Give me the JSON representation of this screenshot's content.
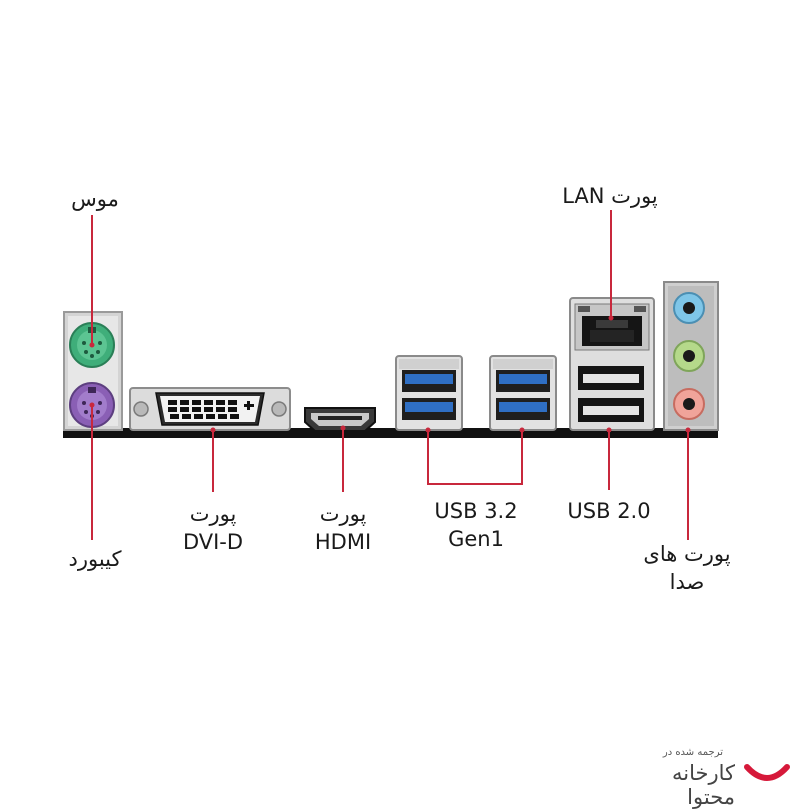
{
  "labels": {
    "mouse": "موس",
    "keyboard": "کیبورد",
    "dvi_port_word": "پورت",
    "dvi_name": "DVI-D",
    "hdmi_port_word": "پورت",
    "hdmi_name": "HDMI",
    "usb32_line1": "USB 3.2",
    "usb32_line2": "Gen1",
    "usb20": "USB 2.0",
    "lan": "پورت LAN",
    "audio_line1": "پورت های",
    "audio_line2": "صدا"
  },
  "colors": {
    "leader_line": "#c8283c",
    "ps2_mouse": "#3fae7a",
    "ps2_keyboard": "#8a5fb5",
    "usb3_blue": "#2f6fc4",
    "audio_blue": "#7fc6e8",
    "audio_green": "#b5d98a",
    "audio_pink": "#f0a49a",
    "baseplate": "#111111"
  },
  "icons": [
    "ps2-mouse-port-icon",
    "ps2-keyboard-port-icon",
    "dvi-port-icon",
    "hdmi-port-icon",
    "usb3-stack-icon",
    "lan-port-icon",
    "usb2-stack-icon",
    "audio-jacks-icon"
  ],
  "watermark": {
    "small": "ترجمه شده در",
    "big": "کارخانه محتوا"
  }
}
